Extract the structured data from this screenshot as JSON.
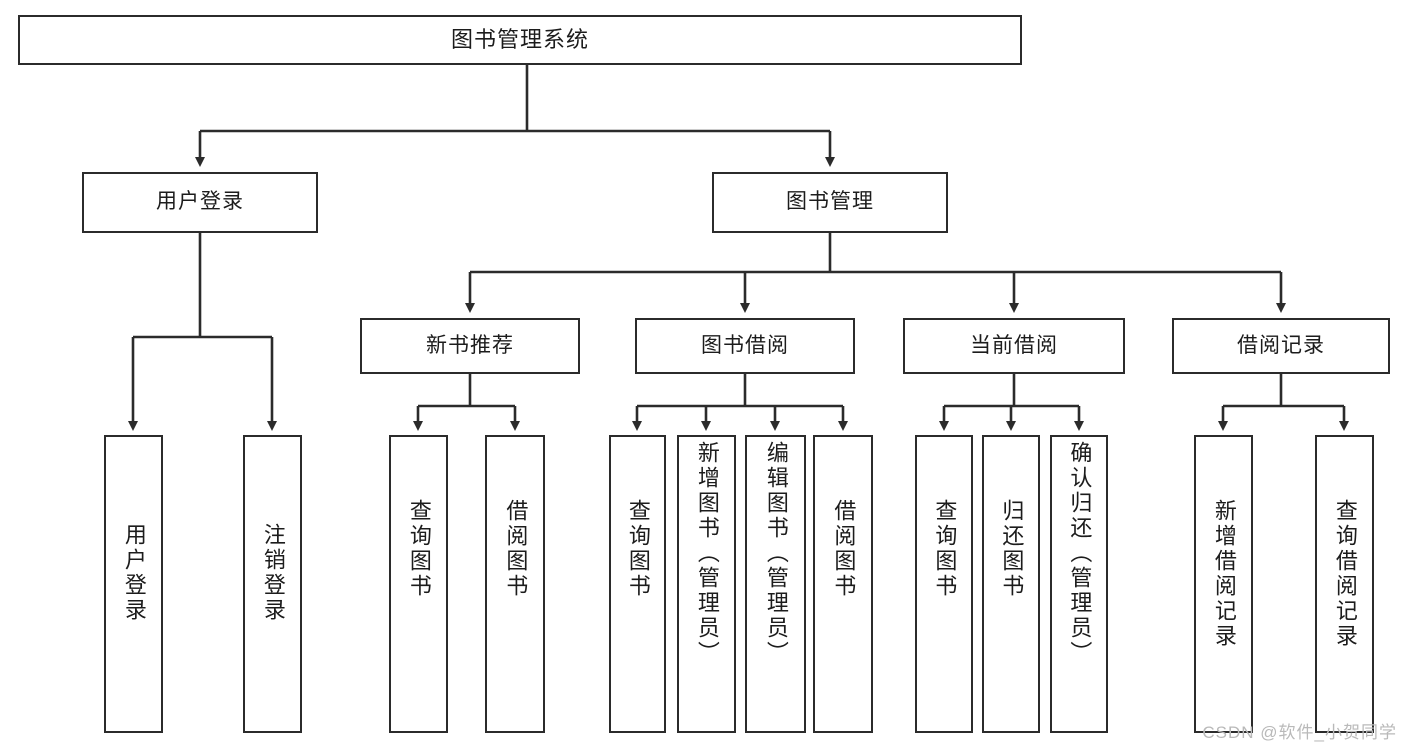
{
  "diagram": {
    "title": "图书管理系统",
    "type": "tree",
    "root": {
      "label": "图书管理系统"
    },
    "level2": [
      {
        "label": "用户登录"
      },
      {
        "label": "图书管理"
      }
    ],
    "level3": [
      {
        "label": "新书推荐"
      },
      {
        "label": "图书借阅"
      },
      {
        "label": "当前借阅"
      },
      {
        "label": "借阅记录"
      }
    ],
    "leaves": [
      {
        "label": "用户登录",
        "parent": "用户登录"
      },
      {
        "label": "注销登录",
        "parent": "用户登录"
      },
      {
        "label": "查询图书",
        "parent": "新书推荐"
      },
      {
        "label": "借阅图书",
        "parent": "新书推荐"
      },
      {
        "label": "查询图书",
        "parent": "图书借阅"
      },
      {
        "label": "新增图书（管理员）",
        "parent": "图书借阅"
      },
      {
        "label": "编辑图书（管理员）",
        "parent": "图书借阅"
      },
      {
        "label": "借阅图书",
        "parent": "图书借阅"
      },
      {
        "label": "查询图书",
        "parent": "当前借阅"
      },
      {
        "label": "归还图书",
        "parent": "当前借阅"
      },
      {
        "label": "确认归还（管理员）",
        "parent": "当前借阅"
      },
      {
        "label": "新增借阅记录",
        "parent": "借阅记录"
      },
      {
        "label": "查询借阅记录",
        "parent": "借阅记录"
      }
    ]
  },
  "watermark": {
    "text": "CSDN @软件_小贺同学"
  },
  "colors": {
    "box_border": "#2b2b2b",
    "background": "#ffffff",
    "text": "#1c1c1c",
    "watermark": "#b9b9b9"
  }
}
